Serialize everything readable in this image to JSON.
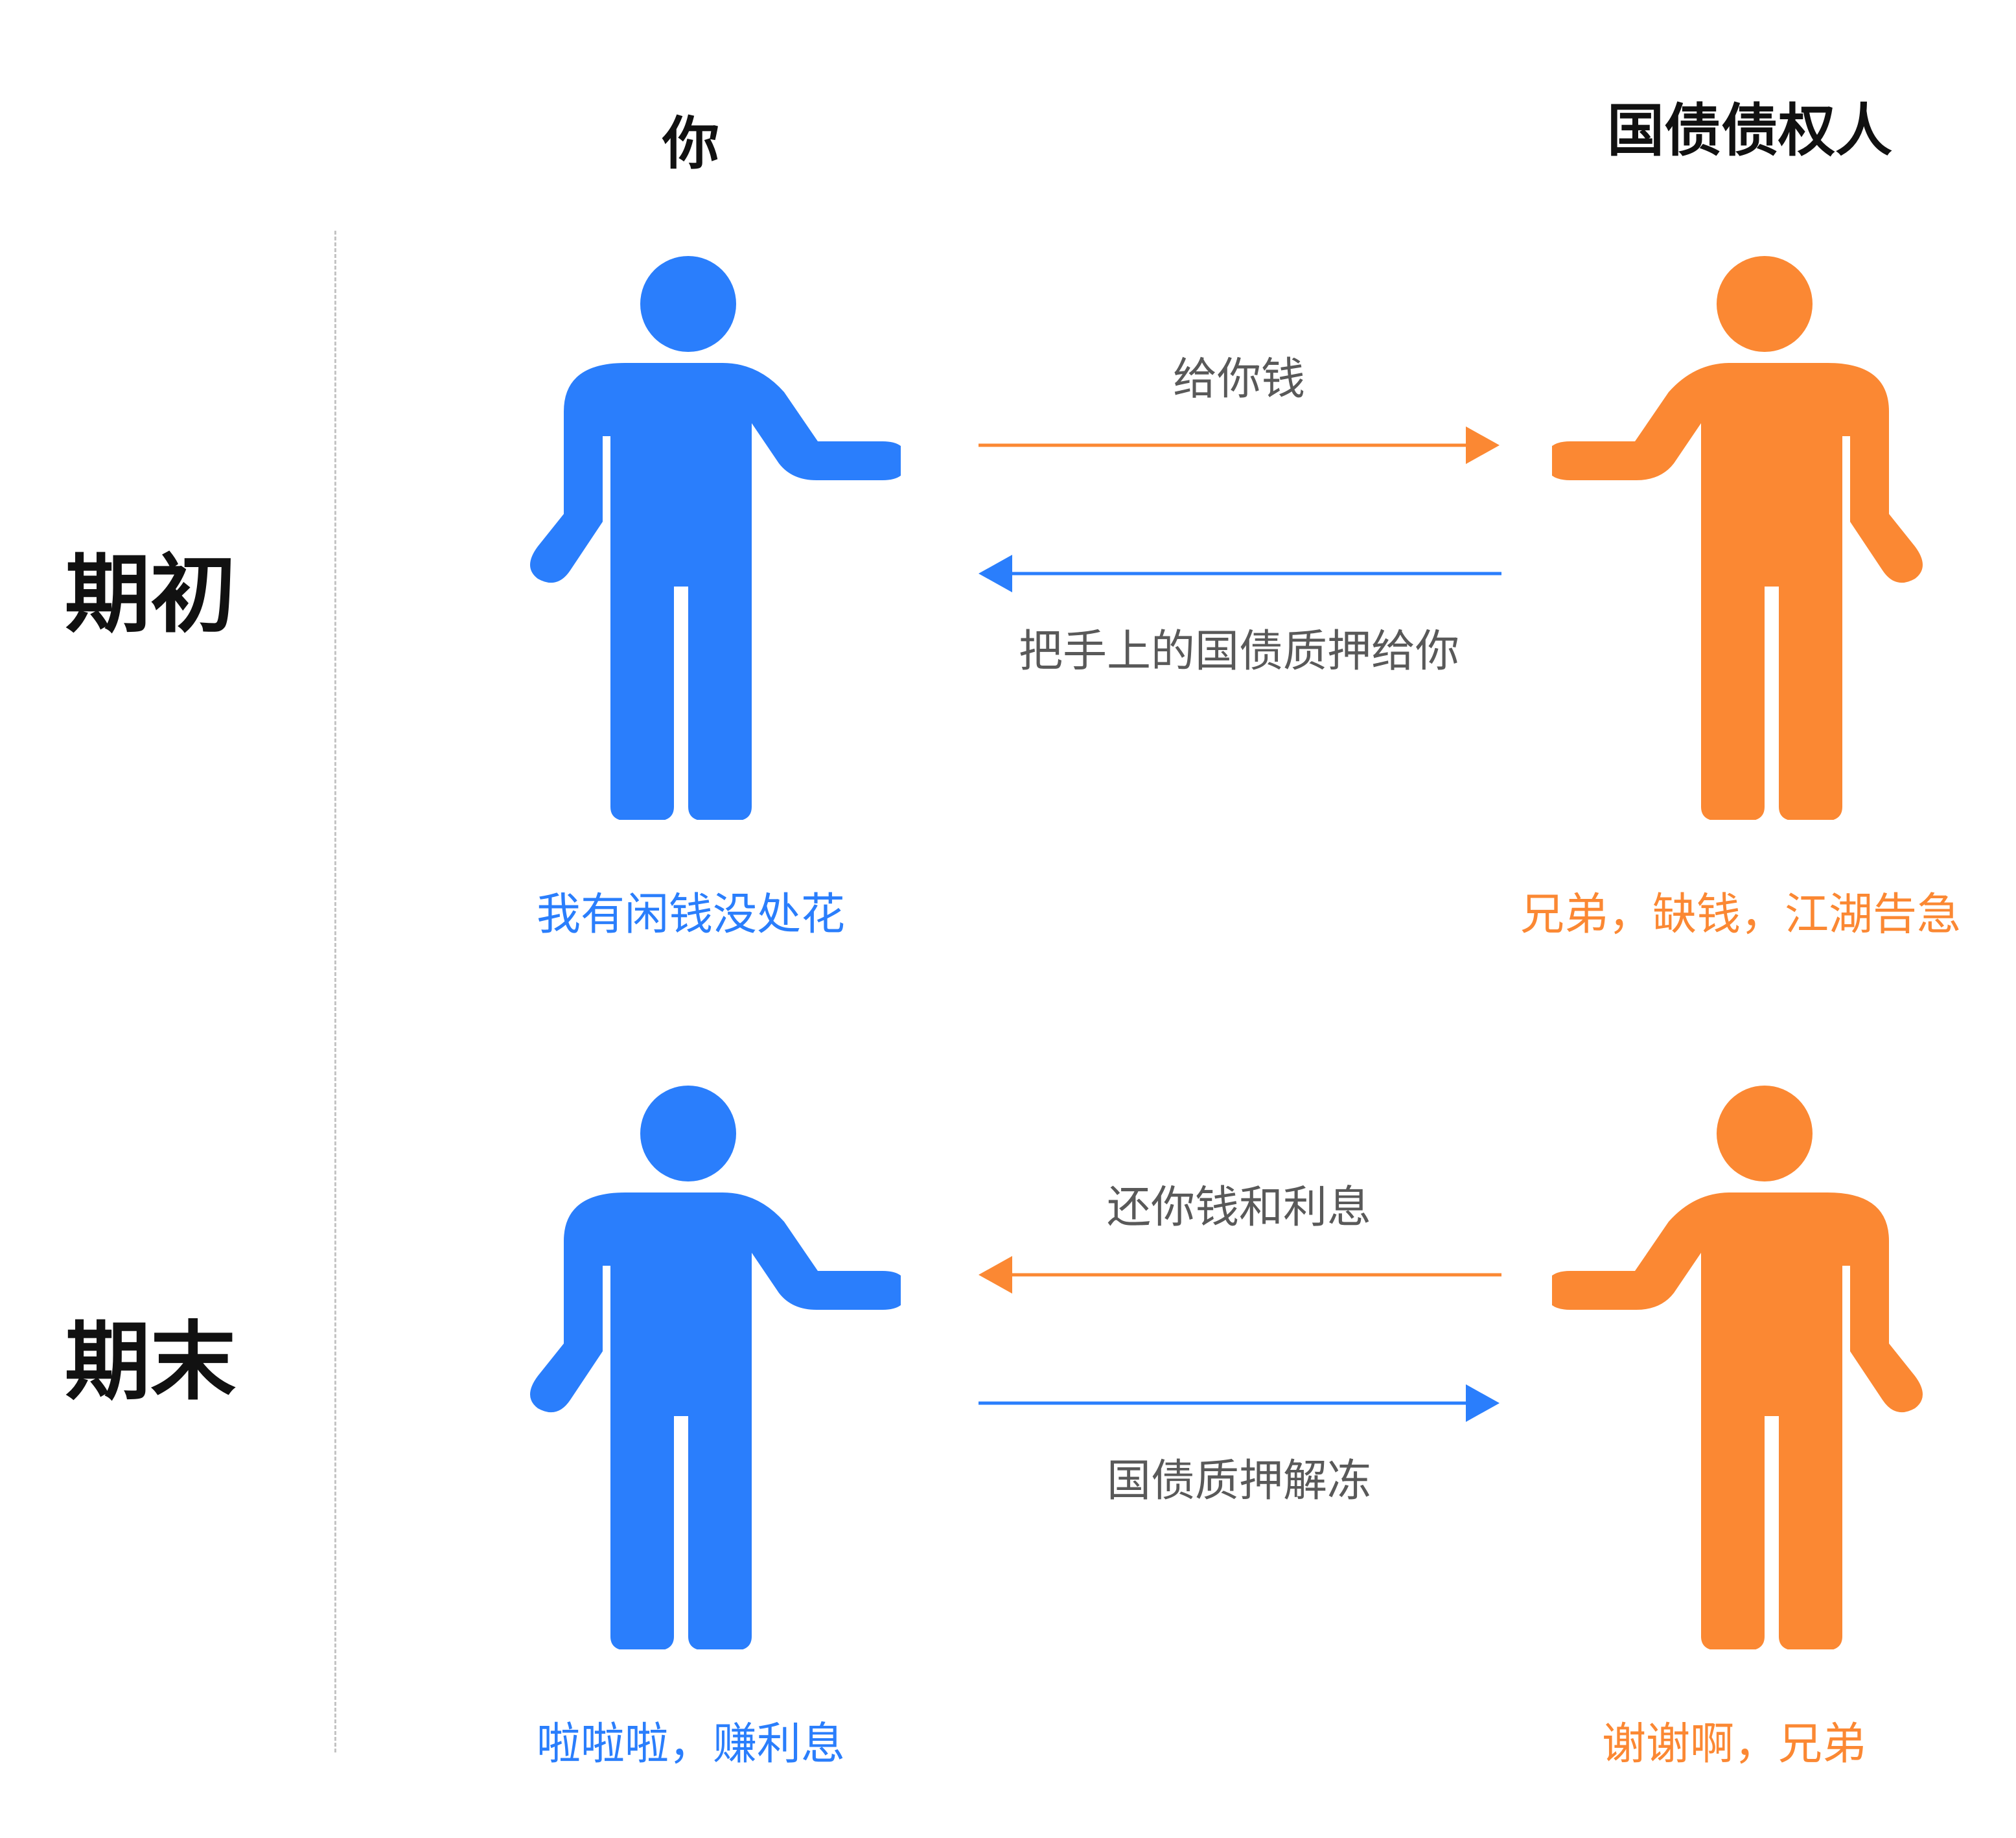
{
  "columns": {
    "left_title": "你",
    "right_title": "国债债权人"
  },
  "rows": {
    "start": {
      "label": "期初",
      "top_arrow_label": "给你钱",
      "bottom_arrow_label": "把手上的国债质押给你",
      "left_caption": "我有闲钱没处花",
      "right_caption": "兄弟，缺钱，江湖告急"
    },
    "end": {
      "label": "期末",
      "top_arrow_label": "还你钱和利息",
      "bottom_arrow_label": "国债质押解冻",
      "left_caption": "啦啦啦，赚利息",
      "right_caption": "谢谢啊，兄弟"
    }
  },
  "colors": {
    "blue": "#2a7efc",
    "orange": "#fb8833",
    "arrow_text": "#595959",
    "title_text": "#111111",
    "divider": "#c4c4c4"
  },
  "icons": {
    "left_person": "person-icon",
    "right_person": "person-icon"
  }
}
